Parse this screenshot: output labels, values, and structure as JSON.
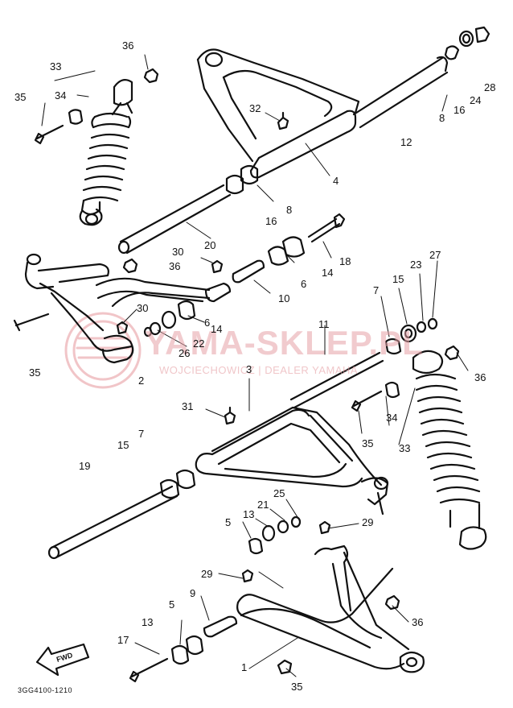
{
  "diagram": {
    "callouts": [
      "36",
      "33",
      "34",
      "35",
      "32",
      "12",
      "8",
      "16",
      "24",
      "28",
      "4",
      "8",
      "16",
      "20",
      "18",
      "30",
      "36",
      "14",
      "6",
      "10",
      "30",
      "6",
      "14",
      "22",
      "26",
      "11",
      "7",
      "15",
      "23",
      "27",
      "36",
      "35",
      "2",
      "3",
      "31",
      "34",
      "35",
      "33",
      "7",
      "15",
      "19",
      "25",
      "21",
      "13",
      "5",
      "29",
      "29",
      "9",
      "5",
      "13",
      "17",
      "36",
      "1",
      "35"
    ],
    "drawing_code": "3GG4100-1210",
    "fwd_label": "FWD",
    "watermark": {
      "title": "YAMA-SKLEP.PL",
      "subtitle": "WOJCIECHOWICZ | DEALER YAMAHA"
    }
  }
}
